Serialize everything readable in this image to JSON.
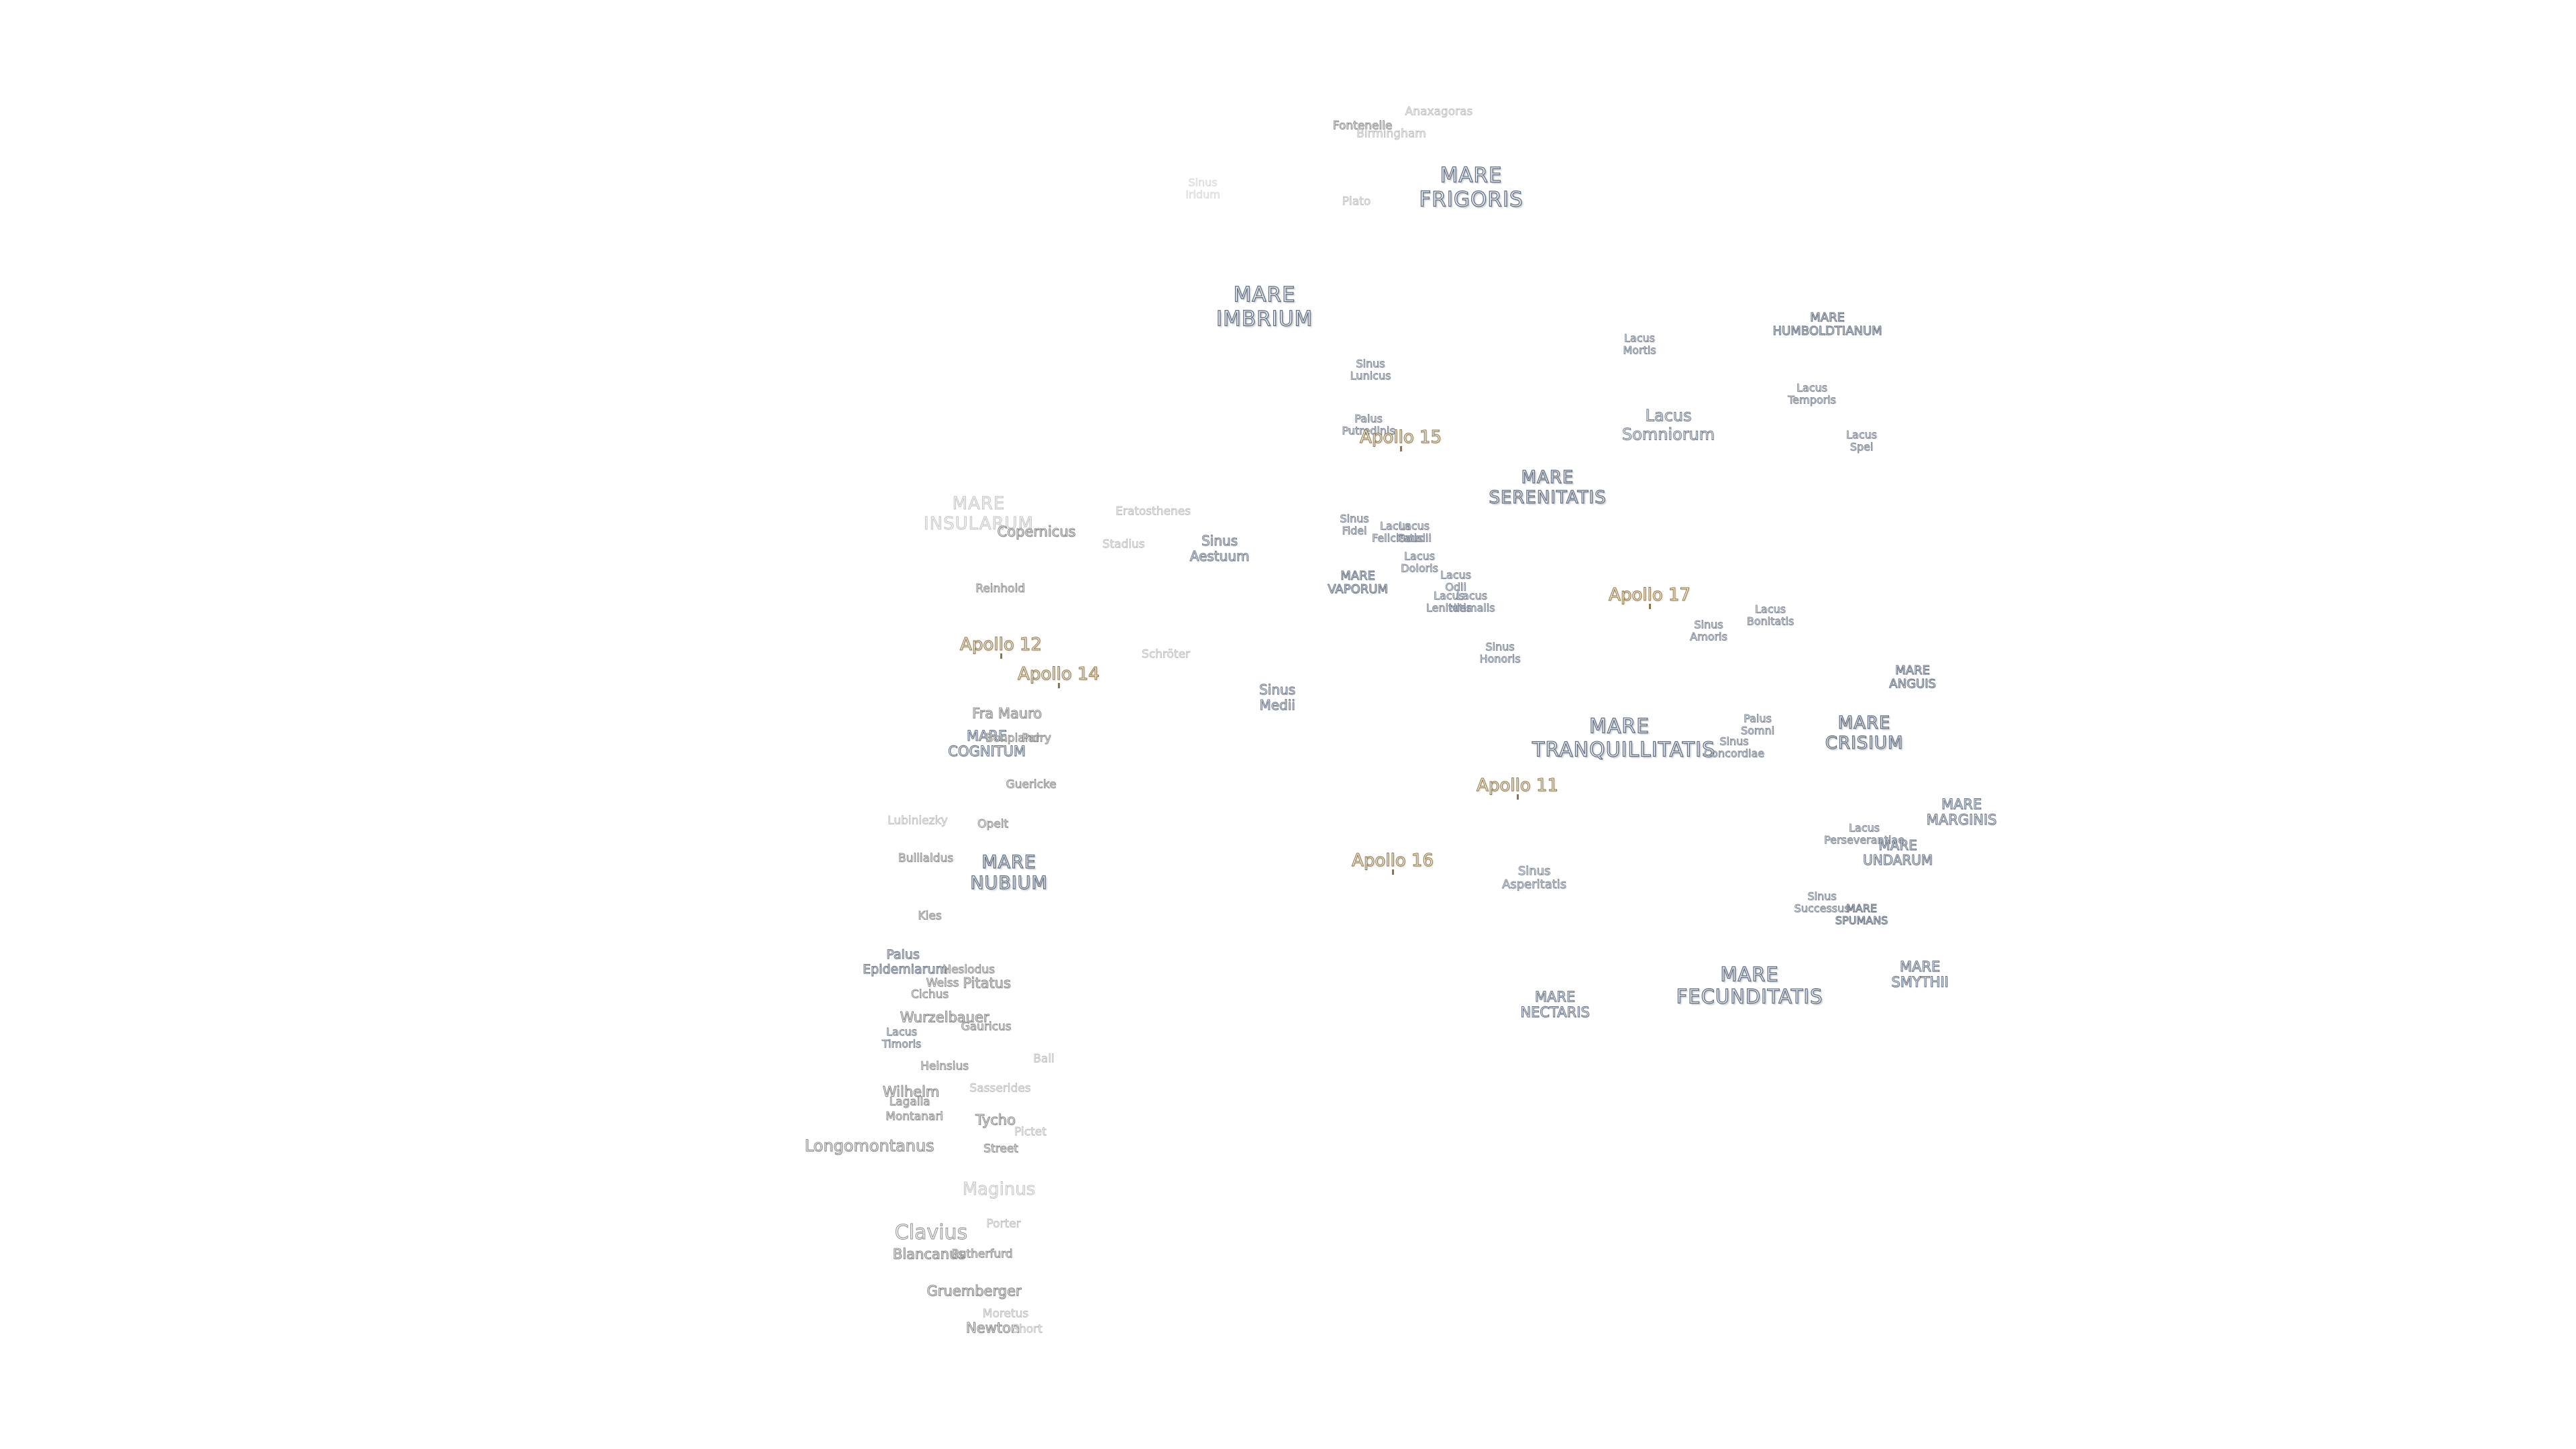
{
  "labels": {
    "anaxagoras": "Anaxagoras",
    "fontenelle": "Fontenelle",
    "birmingham": "Birmingham",
    "sinus_iridum": "Sinus Iridum",
    "plato": "Plato",
    "mare_frigoris": "MARE FRIGORIS",
    "mare_imbrium": "MARE IMBRIUM",
    "sinus_lunicus": "Sinus Lunicus",
    "lacus_mortis": "Lacus Mortis",
    "mare_humboldtianum": "MARE HUMBOLDTIANUM",
    "lacus_temporis": "Lacus Temporis",
    "palus_putredinis": "Palus Putredinis",
    "apollo_15": "Apollo 15",
    "lacus_somniorum": "Lacus Somniorum",
    "lacus_spei": "Lacus Spei",
    "mare_serenitatis": "MARE SERENITATIS",
    "mare_insularum": "MARE INSULARUM",
    "copernicus": "Copernicus",
    "eratosthenes": "Eratosthenes",
    "stadius": "Stadius",
    "sinus_aestuum": "Sinus Aestuum",
    "sinus_fidei": "Sinus Fidei",
    "lacus_felicitatis": "Lacus Felicitatis",
    "lacus_gaudii": "Lacus Gaudii",
    "lacus_doloris": "Lacus Doloris",
    "mare_vaporum": "MARE VAPORUM",
    "lacus_odii": "Lacus Odii",
    "lacus_lenitatis": "Lacus Lenitatis",
    "lacus_hiemalis": "Lacus Hiemalis",
    "apollo_17": "Apollo 17",
    "reinhold": "Reinhold",
    "lacus_bonitatis": "Lacus Bonitatis",
    "sinus_amoris": "Sinus Amoris",
    "apollo_12": "Apollo 12",
    "sinus_honoris": "Sinus Honoris",
    "schroter": "Schröter",
    "apollo_14": "Apollo 14",
    "mare_anguis": "MARE ANGUIS",
    "sinus_medii": "Sinus Medii",
    "fra_mauro": "Fra Mauro",
    "mare_cognitum": "MARE COGNITUM",
    "bonpland": "Bonpland",
    "parry": "Parry",
    "palus_somni": "Palus Somni",
    "mare_tranquillitatis": "MARE TRANQUILLITATIS",
    "mare_crisium": "MARE CRISIUM",
    "sinus_concordiae": "Sinus Concordiae",
    "guericke": "Guericke",
    "apollo_11": "Apollo 11",
    "lubiniezky": "Lubiniezky",
    "opelt": "Opelt",
    "mare_marginis": "MARE MARGINIS",
    "lacus_perseverantiae": "Lacus Perseverantiae",
    "mare_undarum": "MARE UNDARUM",
    "bullialdus": "Bullialdus",
    "mare_nubium": "MARE NUBIUM",
    "apollo_16": "Apollo 16",
    "sinus_asperitatis": "Sinus Asperitatis",
    "kies": "Kies",
    "sinus_successus": "Sinus Successus",
    "mare_spumans": "MARE SPUMANS",
    "palus_epidemiarum": "Palus Epidemiarum",
    "hesiodus": "Hesiodus",
    "weiss": "Weiss",
    "cichus": "Cichus",
    "pitatus": "Pitatus",
    "mare_fecunditatis": "MARE FECUNDITATIS",
    "mare_smythii": "MARE SMYTHII",
    "mare_nectaris": "MARE NECTARIS",
    "wurzelbauer": "Wurzelbauer",
    "lacus_timoris": "Lacus Timoris",
    "gauricus": "Gauricus",
    "heinsius": "Heinsius",
    "ball": "Ball",
    "wilhelm": "Wilhelm",
    "lagalla": "Lagalla",
    "sasserides": "Sasserides",
    "montanari": "Montanari",
    "tycho": "Tycho",
    "pictet": "Pictet",
    "longomontanus": "Longomontanus",
    "street": "Street",
    "maginus": "Maginus",
    "porter": "Porter",
    "clavius": "Clavius",
    "blancanus": "Blancanus",
    "rutherfurd": "Rutherfurd",
    "gruemberger": "Gruemberger",
    "moretus": "Moretus",
    "newton": "Newton",
    "short": "Short"
  },
  "colors": {
    "background": "#ffffff",
    "mare_fill": "#e7edf5",
    "mare_outline": "#5e6b7c",
    "crater_outline": "#7b7b7b",
    "apollo_fill": "#f6efd9",
    "apollo_outline": "#8c7444"
  }
}
